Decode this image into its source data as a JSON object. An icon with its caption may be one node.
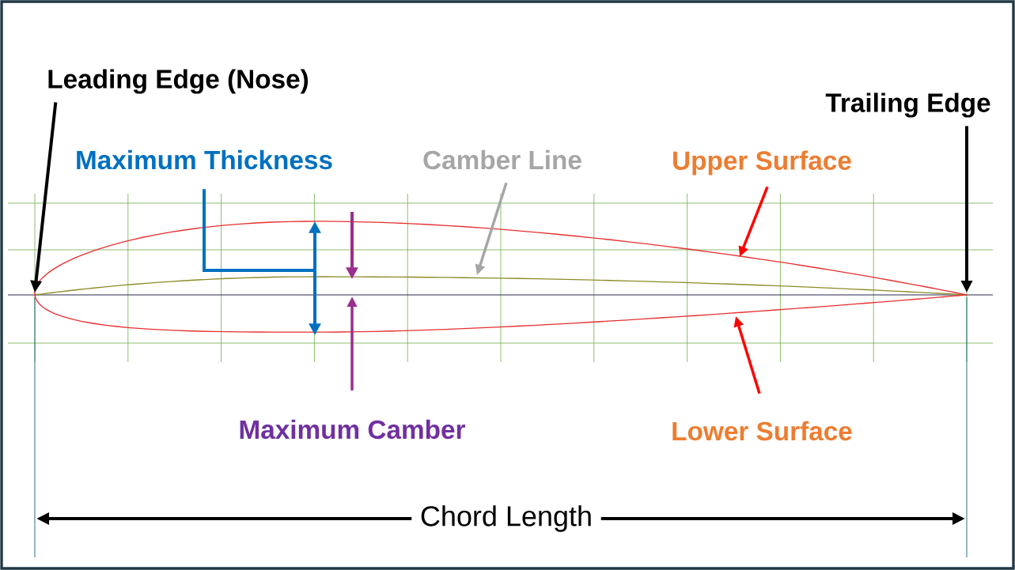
{
  "diagram": {
    "nodes": [
      {
        "text": [
          "Leading Edge (Nose)"
        ]
      },
      {
        "text": [
          "Trailing Edge"
        ]
      },
      {
        "text": [
          "Maximum Thickness"
        ]
      },
      {
        "text": [
          "Camber Line"
        ]
      },
      {
        "text": [
          "Upper Surface"
        ]
      },
      {
        "text": [
          "Lower Surface"
        ]
      },
      {
        "text": [
          "Maximum Camber"
        ]
      }
    ],
    "edges": [
      {
        "from": 0,
        "to": null,
        "arrow": "to",
        "color": "#000000"
      },
      {
        "from": 1,
        "to": null,
        "arrow": "to",
        "color": "#000000"
      },
      {
        "from": 2,
        "to": null,
        "arrow": "none",
        "color": "#0070c0"
      },
      {
        "from": 3,
        "to": null,
        "arrow": "to",
        "color": "#a6a6a6"
      },
      {
        "from": 4,
        "to": null,
        "arrow": "to",
        "color": "#ff0000"
      },
      {
        "from": 5,
        "to": null,
        "arrow": "to",
        "color": "#ff0000"
      },
      {
        "from": 6,
        "to": null,
        "arrow": "to",
        "color": "#9b2d8f"
      }
    ],
    "labels": [
      "Chord Length"
    ]
  }
}
